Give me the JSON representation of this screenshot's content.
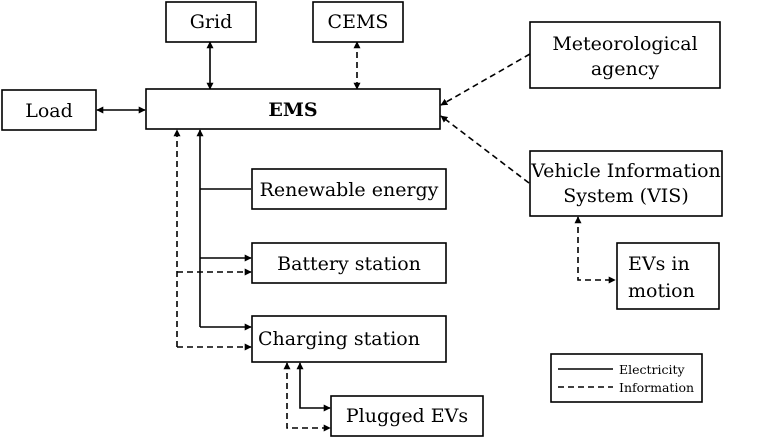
{
  "nodes": {
    "grid": "Grid",
    "cems": "CEMS",
    "meteo_line1": "Meteorological",
    "meteo_line2": "agency",
    "load": "Load",
    "ems": "EMS",
    "vis_line1": "Vehicle Information",
    "vis_line2": "System (VIS)",
    "renewable": "Renewable energy",
    "battery": "Battery station",
    "evs_motion_line1": "EVs in",
    "evs_motion_line2": "motion",
    "charging": "Charging station",
    "plugged": "Plugged EVs"
  },
  "legend": {
    "electricity": "Electricity",
    "information": "Information"
  }
}
